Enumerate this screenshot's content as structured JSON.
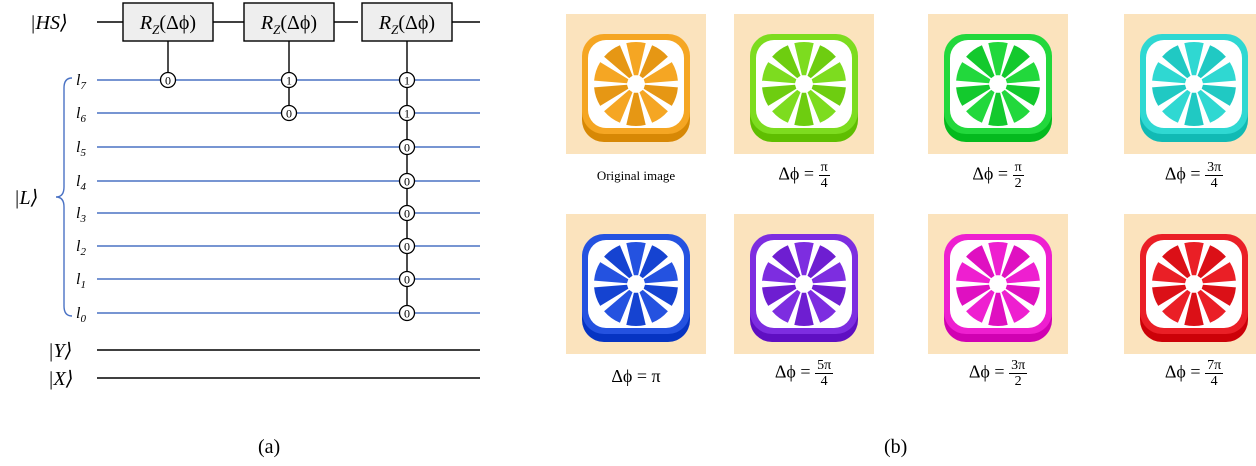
{
  "circuit": {
    "top_qubit": "|HS⟩",
    "register_label": "|L⟩",
    "y_label": "|Y⟩",
    "x_label": "|X⟩",
    "gate_label": "R",
    "gate_sub": "Z",
    "gate_arg": "(Δϕ)",
    "line_labels": [
      {
        "base": "l",
        "sub": "7"
      },
      {
        "base": "l",
        "sub": "6"
      },
      {
        "base": "l",
        "sub": "5"
      },
      {
        "base": "l",
        "sub": "4"
      },
      {
        "base": "l",
        "sub": "3"
      },
      {
        "base": "l",
        "sub": "2"
      },
      {
        "base": "l",
        "sub": "1"
      },
      {
        "base": "l",
        "sub": "0"
      }
    ],
    "gates": [
      {
        "controls": [
          "0",
          null,
          null,
          null,
          null,
          null,
          null,
          null
        ]
      },
      {
        "controls": [
          "1",
          "0",
          null,
          null,
          null,
          null,
          null,
          null
        ]
      },
      {
        "controls": [
          "1",
          "1",
          "0",
          "0",
          "0",
          "0",
          "0",
          "0"
        ]
      }
    ],
    "colors": {
      "register_line": "#4a72c4",
      "wire": "#000000",
      "gate_fill": "#eeeeee"
    }
  },
  "images": [
    {
      "name": "tile-original",
      "label_kind": "text",
      "label": "Original image",
      "color": "#f5a623"
    },
    {
      "name": "tile-pi-4",
      "label_kind": "frac",
      "prefix": "Δϕ =",
      "num": "π",
      "den": "4",
      "color": "#7ddc1f"
    },
    {
      "name": "tile-pi-2",
      "label_kind": "frac",
      "prefix": "Δϕ =",
      "num": "π",
      "den": "2",
      "color": "#22d83c"
    },
    {
      "name": "tile-3pi-4",
      "label_kind": "frac",
      "prefix": "Δϕ =",
      "num": "3π",
      "den": "4",
      "color": "#2fd8d2"
    },
    {
      "name": "tile-pi",
      "label_kind": "plain",
      "label": "Δϕ = π",
      "color": "#2452e0"
    },
    {
      "name": "tile-5pi-4",
      "label_kind": "frac",
      "prefix": "Δϕ =",
      "num": "5π",
      "den": "4",
      "color": "#7d2de0"
    },
    {
      "name": "tile-3pi-2",
      "label_kind": "frac",
      "prefix": "Δϕ =",
      "num": "3π",
      "den": "2",
      "color": "#ee1fd0"
    },
    {
      "name": "tile-7pi-4",
      "label_kind": "frac",
      "prefix": "Δϕ =",
      "num": "7π",
      "den": "4",
      "color": "#ea1f26"
    }
  ],
  "tile_background": "#fbe3bd",
  "sublabels": {
    "a": "(a)",
    "b": "(b)"
  }
}
